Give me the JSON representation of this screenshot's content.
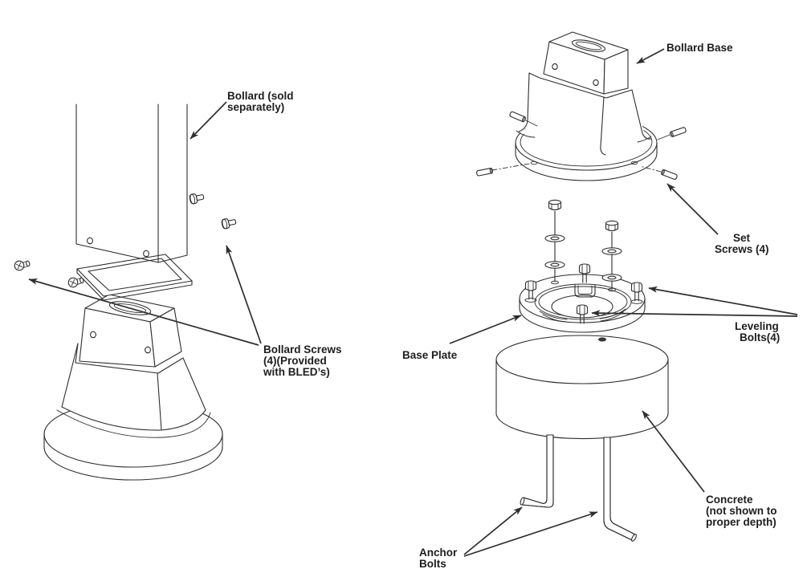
{
  "colors": {
    "background": "#ffffff",
    "line": "#2e2e2e",
    "text": "#1d1d1d"
  },
  "left_diagram": {
    "labels": {
      "bollard": {
        "lines": [
          "Bollard (sold",
          "separately)"
        ]
      },
      "bollard_screws": {
        "lines": [
          "Bollard Screws",
          "(4)(Provided",
          "with BLED’s)"
        ]
      }
    }
  },
  "right_diagram": {
    "labels": {
      "bollard_base": {
        "lines": [
          "Bollard Base"
        ]
      },
      "set_screws": {
        "lines": [
          "Set",
          "Screws (4)"
        ]
      },
      "leveling_bolts": {
        "lines": [
          "Leveling",
          "Bolts(4)"
        ]
      },
      "base_plate": {
        "lines": [
          "Base Plate"
        ]
      },
      "concrete": {
        "lines": [
          "Concrete",
          "(not shown to",
          "proper depth)"
        ]
      },
      "anchor_bolts": {
        "lines": [
          "Anchor",
          "Bolts"
        ]
      }
    }
  }
}
